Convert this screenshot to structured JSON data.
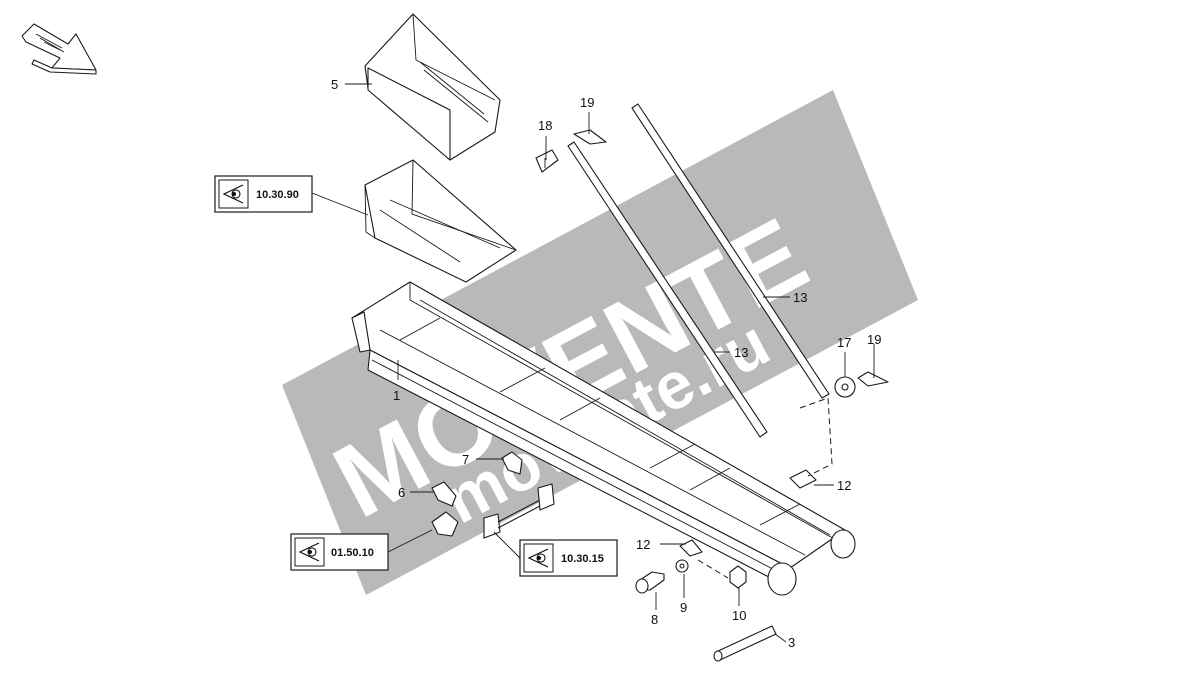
{
  "watermark": {
    "brand": "MOVENTE",
    "domain": "movente.ru",
    "color": "#b9b9b9"
  },
  "reference_boxes": [
    {
      "id": "ref-10-30-90",
      "code": "10.30.90",
      "icon": "eye-icon"
    },
    {
      "id": "ref-01-50-10",
      "code": "01.50.10",
      "icon": "eye-icon"
    },
    {
      "id": "ref-10-30-15",
      "code": "10.30.15",
      "icon": "eye-icon"
    }
  ],
  "callouts": {
    "c1": "1",
    "c3": "3",
    "c5": "5",
    "c6": "6",
    "c7": "7",
    "c8": "8",
    "c9": "9",
    "c10": "10",
    "c12a": "12",
    "c12b": "12",
    "c13a": "13",
    "c13b": "13",
    "c17": "17",
    "c18": "18",
    "c19a": "19",
    "c19b": "19"
  },
  "orientation_icon": "direction-arrow-icon"
}
